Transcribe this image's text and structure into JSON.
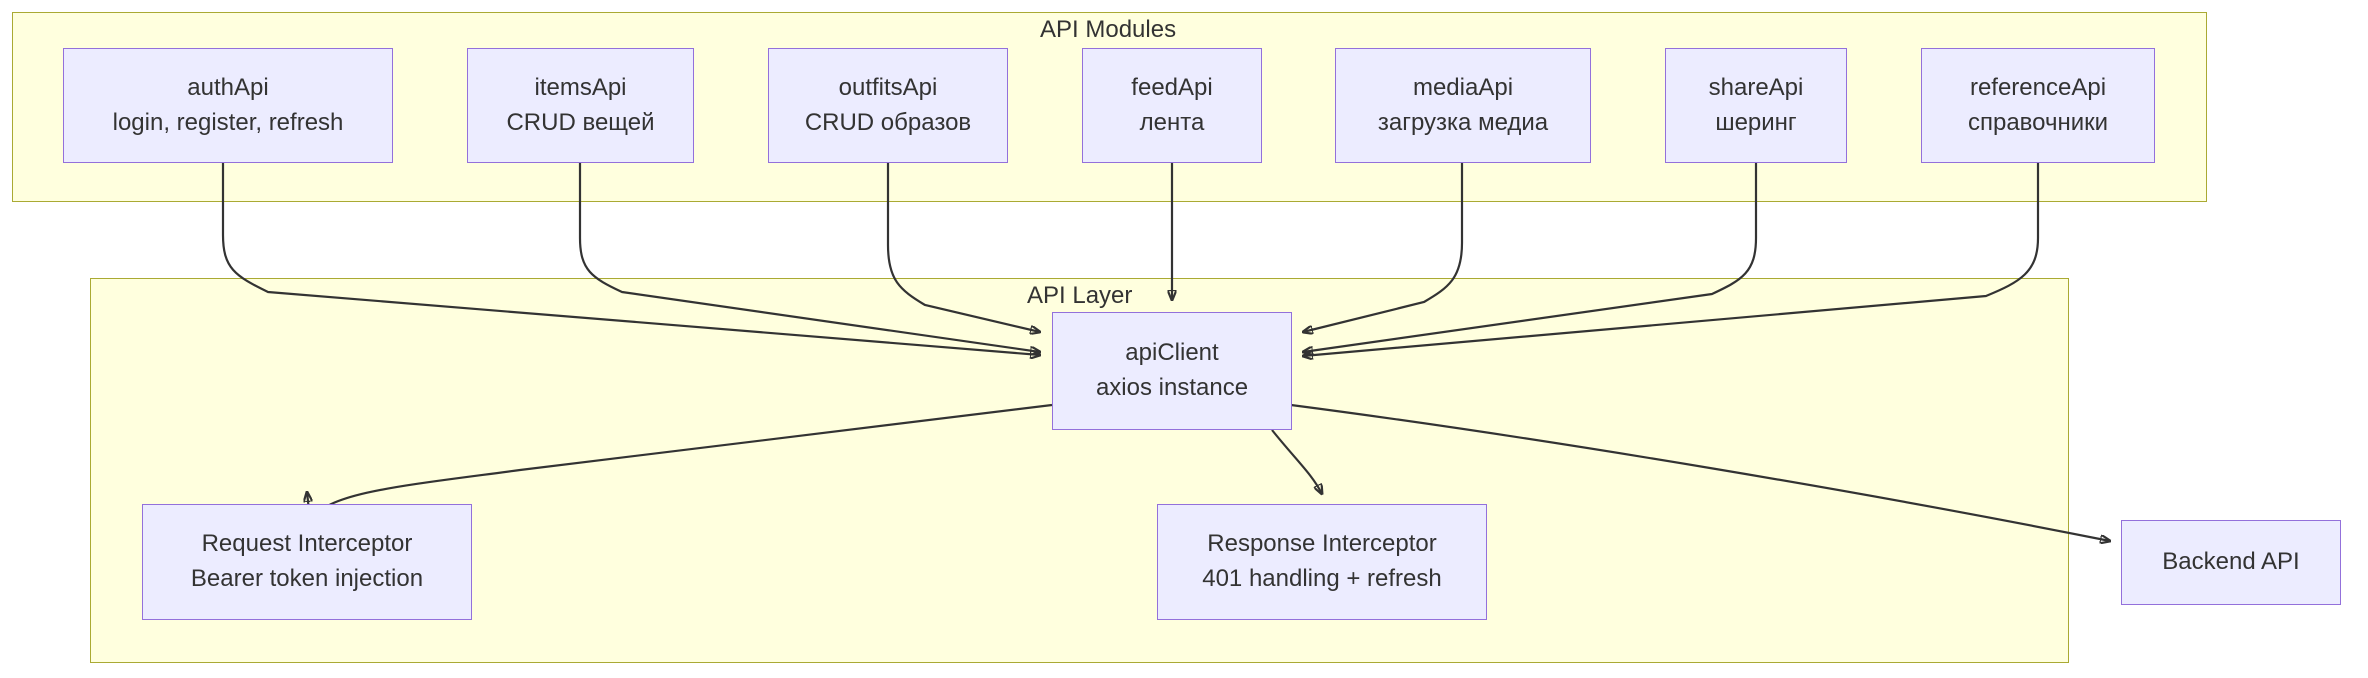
{
  "diagram": {
    "title_a": "API Modules",
    "title_b": "API Layer",
    "colors": {
      "cluster_fill": "#ffffde",
      "cluster_stroke": "#aaaa33",
      "node_fill": "#ececff",
      "node_stroke": "#9370db",
      "text": "#333333",
      "edge": "#333333"
    }
  },
  "clusters": [
    {
      "id": "api-modules",
      "label": "API Modules"
    },
    {
      "id": "api-layer",
      "label": "API Layer"
    }
  ],
  "nodes": {
    "authApi": {
      "line1": "authApi",
      "line2": "login, register, refresh"
    },
    "itemsApi": {
      "line1": "itemsApi",
      "line2": "CRUD вещей"
    },
    "outfitsApi": {
      "line1": "outfitsApi",
      "line2": "CRUD образов"
    },
    "feedApi": {
      "line1": "feedApi",
      "line2": "лента"
    },
    "mediaApi": {
      "line1": "mediaApi",
      "line2": "загрузка медиа"
    },
    "shareApi": {
      "line1": "shareApi",
      "line2": "шеринг"
    },
    "referenceApi": {
      "line1": "referenceApi",
      "line2": "справочники"
    },
    "apiClient": {
      "line1": "apiClient",
      "line2": "axios instance"
    },
    "requestInterceptor": {
      "line1": "Request Interceptor",
      "line2": "Bearer token injection"
    },
    "responseInterceptor": {
      "line1": "Response Interceptor",
      "line2": "401 handling + refresh"
    },
    "backendApi": {
      "line1": "Backend API",
      "line2": ""
    }
  },
  "edges": [
    {
      "from": "authApi",
      "to": "apiClient"
    },
    {
      "from": "itemsApi",
      "to": "apiClient"
    },
    {
      "from": "outfitsApi",
      "to": "apiClient"
    },
    {
      "from": "feedApi",
      "to": "apiClient"
    },
    {
      "from": "mediaApi",
      "to": "apiClient"
    },
    {
      "from": "shareApi",
      "to": "apiClient"
    },
    {
      "from": "referenceApi",
      "to": "apiClient"
    },
    {
      "from": "apiClient",
      "to": "requestInterceptor"
    },
    {
      "from": "apiClient",
      "to": "responseInterceptor"
    },
    {
      "from": "apiClient",
      "to": "backendApi"
    }
  ]
}
